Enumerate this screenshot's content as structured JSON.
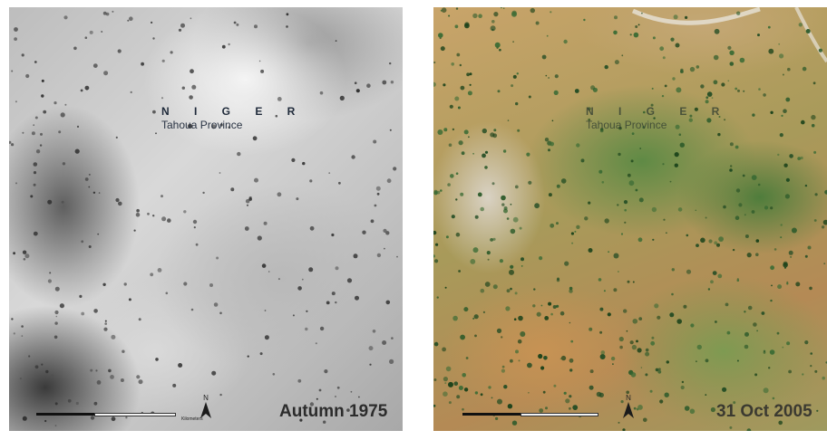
{
  "left_image": {
    "country": "N I G E R",
    "province": "Tahoua Province",
    "date": "Autumn 1975",
    "north_label": "N",
    "scale_unit": "Kilometers"
  },
  "right_image": {
    "country": "N I G E R",
    "province": "Tahoua Province",
    "date": "31 Oct 2005",
    "north_label": "N"
  }
}
